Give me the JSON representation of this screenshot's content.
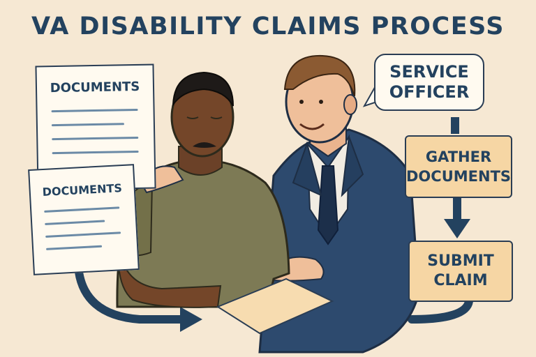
{
  "title": "VA DISABILITY CLAIMS PROCESS",
  "documents": [
    {
      "label": "DOCUMENTS"
    },
    {
      "label": "DOCUMENTS"
    }
  ],
  "speech_bubble": {
    "line1": "SERVICE",
    "line2": "OFFICER"
  },
  "steps": [
    {
      "line1": "GATHER",
      "line2": "DOCUMENTS"
    },
    {
      "line1": "SUBMIT",
      "line2": "CLAIM"
    }
  ],
  "colors": {
    "background": "#f6e8d3",
    "navy": "#23425f",
    "step_box": "#f6d6a4",
    "veteran_shirt": "#7d7a55",
    "officer_suit": "#2d4a6e"
  }
}
